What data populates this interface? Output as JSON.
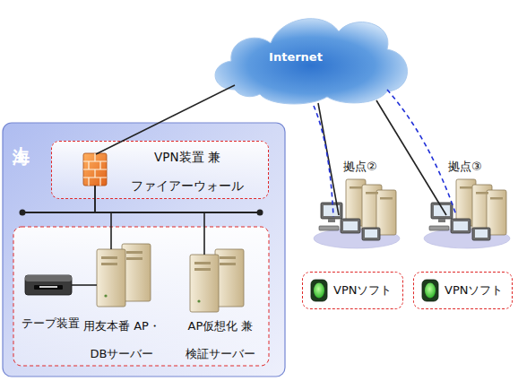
{
  "diagram": {
    "nodes": [
      {
        "text": [
          "Internet"
        ]
      },
      {
        "text": [
          "上海"
        ]
      },
      {
        "text": [
          "VPN装置 兼 ファイアーウォール"
        ],
        "in": 1
      },
      {
        "text": [
          "テープ装置"
        ],
        "in": 1
      },
      {
        "text": [
          "用友本番 AP・DBサーバー"
        ],
        "in": 1
      },
      {
        "text": [
          "AP仮想化 兼 検証サーバー"
        ],
        "in": 1
      },
      {
        "text": [
          "拠点②"
        ]
      },
      {
        "text": [
          "VPNソフト"
        ]
      },
      {
        "text": [
          "拠点③"
        ]
      },
      {
        "text": [
          "VPNソフト"
        ]
      }
    ],
    "edges": [
      {
        "from": 0,
        "to": 2,
        "arrow": "none"
      },
      {
        "from": 0,
        "to": 6,
        "arrow": "none"
      },
      {
        "from": 0,
        "to": 6,
        "arrow": "none"
      },
      {
        "from": 0,
        "to": 8,
        "arrow": "none"
      },
      {
        "from": 0,
        "to": 8,
        "arrow": "none"
      },
      {
        "from": 2,
        "to": 4,
        "arrow": "none"
      },
      {
        "from": 2,
        "to": 5,
        "arrow": "none"
      },
      {
        "from": 3,
        "to": 4,
        "arrow": "none"
      }
    ]
  }
}
